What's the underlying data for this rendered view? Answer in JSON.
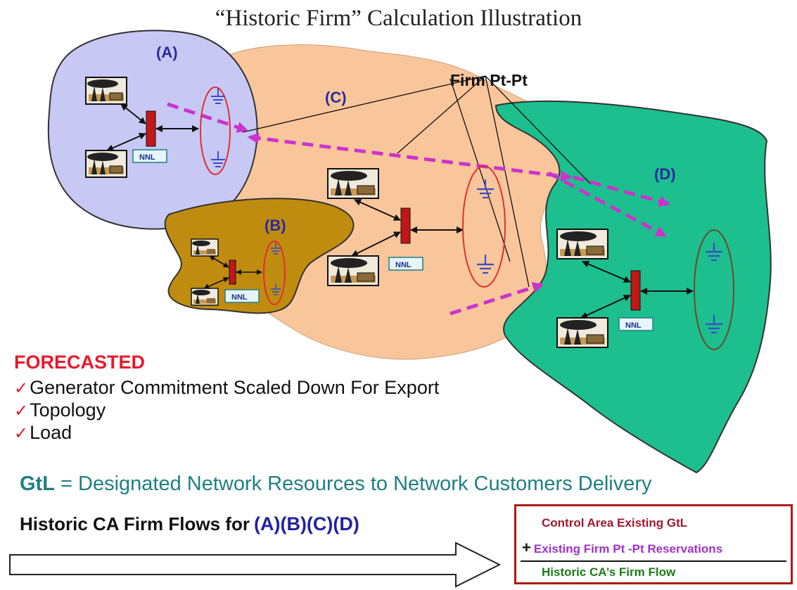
{
  "title": "“Historic Firm” Calculation Illustration",
  "regions": {
    "a_label": "(A)",
    "b_label": "(B)",
    "c_label": "(C)",
    "d_label": "(D)"
  },
  "firm_label": "Firm Pt-Pt",
  "nnl_label": "NNL",
  "forecasted": {
    "heading": "FORECASTED",
    "check_mark": "✓",
    "items": [
      "Generator Commitment Scaled Down For Export",
      "Topology",
      "Load"
    ]
  },
  "gtl": {
    "term": "GtL",
    "equals": "=",
    "definition": "Designated Network Resources to Network Customers Delivery"
  },
  "historic": {
    "prefix": "Historic CA Firm Flows for",
    "labels": "(A)(B)(C)(D)"
  },
  "legend": {
    "line1": "Control Area Existing GtL",
    "plus": "+",
    "line2": "Existing Firm Pt -Pt Reservations",
    "line3": "Historic CA’s Firm Flow"
  },
  "colors": {
    "region_a": "#c8c8f5",
    "region_b": "#c08c10",
    "region_c": "#f9c69c",
    "region_d": "#1dbf8f",
    "flow_arrows": "#cc33cc",
    "bus_bar": "#c01818",
    "forecast_red": "#e8192c",
    "gtl_teal": "#1f7f80"
  }
}
